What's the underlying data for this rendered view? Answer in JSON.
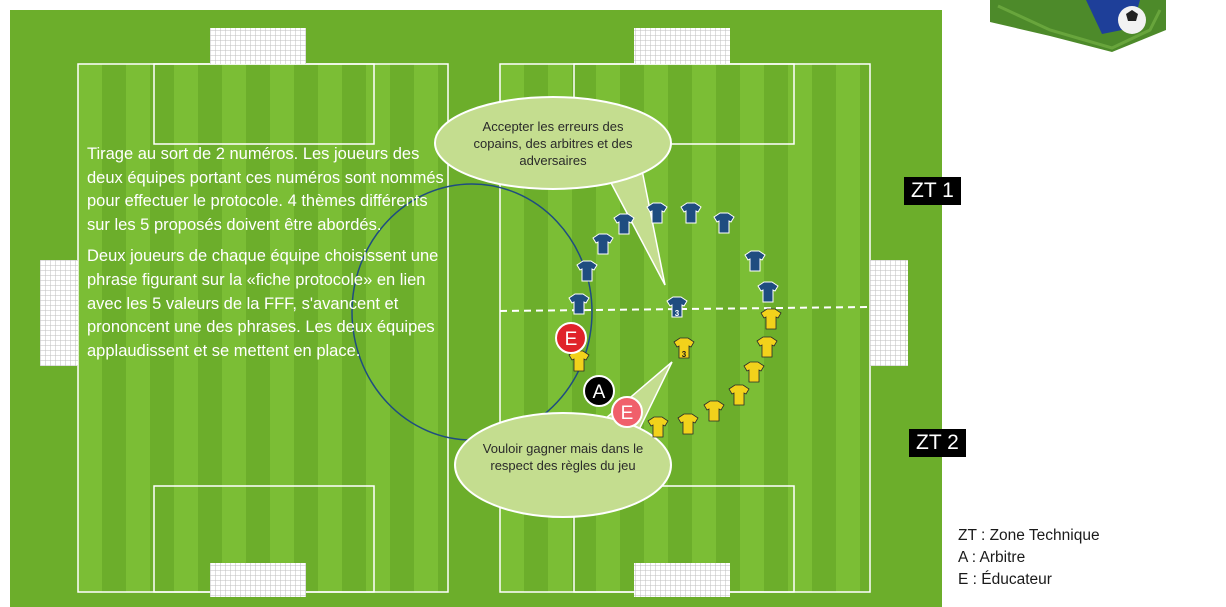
{
  "protocol_text": {
    "paragraph1": "Tirage au sort de 2 numéros. Les joueurs des deux équipes portant ces numéros sont nommés pour effectuer le protocole. 4 thèmes différents sur les 5 proposés doivent être abordés.",
    "paragraph2": "Deux joueurs de chaque équipe choisissent une phrase figurant sur la «fiche protocole» en lien avec les 5 valeurs de la FFF, s'avancent et prononcent une des phrases. Les deux équipes applaudissent et se mettent en place."
  },
  "bubbles": {
    "top": "Accepter les erreurs des copains, des arbitres et des adversaires",
    "bottom": "Vouloir gagner mais dans le respect des règles du jeu"
  },
  "zones": {
    "zt1": "ZT 1",
    "zt2": "ZT 2"
  },
  "markers": {
    "referee": "A",
    "educator": "E",
    "player_number": "3"
  },
  "legend": {
    "zt": "ZT : Zone Technique",
    "a": "A : Arbitre",
    "e": "E : Éducateur"
  },
  "colors": {
    "pitch": "#6cae2b",
    "stripe": "#7bbe35",
    "blue_team": "#1f4d80",
    "yellow_team": "#f2d21b",
    "educator": "#e0232a",
    "referee": "#000000",
    "bubble": "#c4dd8f"
  }
}
